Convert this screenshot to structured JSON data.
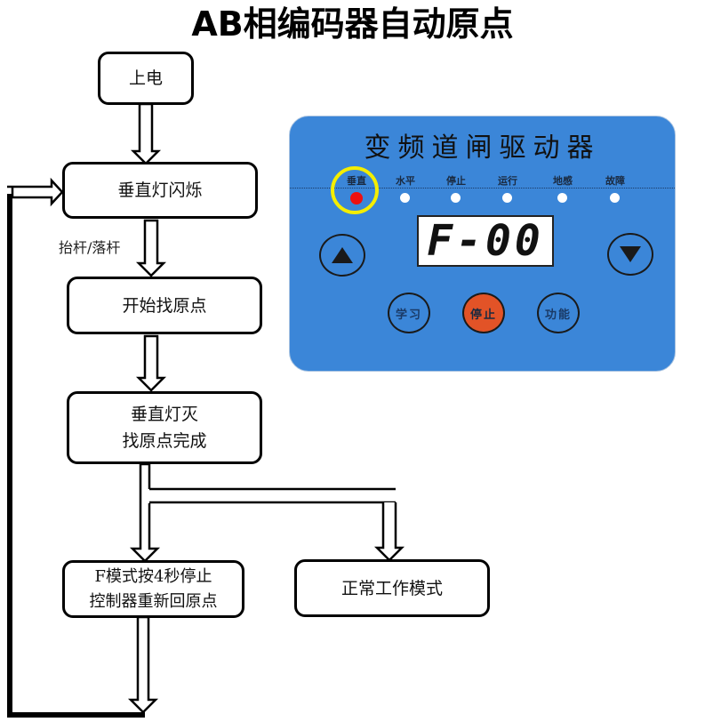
{
  "title": "AB相编码器自动原点",
  "flowchart": {
    "steps": {
      "power_on": "上电",
      "vertical_light_blink": "垂直灯闪烁",
      "start_find_origin": "开始找原点",
      "vertical_light_off_line1": "垂直灯灭",
      "vertical_light_off_line2": "找原点完成",
      "f_mode_line1": "F模式按4秒停止",
      "f_mode_line2": "控制器重新回原点",
      "normal_mode": "正常工作模式"
    },
    "edge_labels": {
      "lift_drop": "抬杆/落杆"
    }
  },
  "device_panel": {
    "title": "变频道闸驱动器",
    "indicators": [
      {
        "label": "垂直",
        "state": "on",
        "highlighted": true
      },
      {
        "label": "水平",
        "state": "off",
        "highlighted": false
      },
      {
        "label": "停止",
        "state": "off",
        "highlighted": false
      },
      {
        "label": "运行",
        "state": "off",
        "highlighted": false
      },
      {
        "label": "地感",
        "state": "off",
        "highlighted": false
      },
      {
        "label": "故障",
        "state": "off",
        "highlighted": false
      }
    ],
    "display": "F-00",
    "buttons": {
      "up": "up-arrow",
      "down": "down-arrow",
      "learn": "学习",
      "stop": "停止",
      "function": "功能"
    },
    "colors": {
      "panel": "#3b86d8",
      "led_on": "#ee1010",
      "highlight": "#f4ee00",
      "stop_button": "#e25327"
    }
  }
}
